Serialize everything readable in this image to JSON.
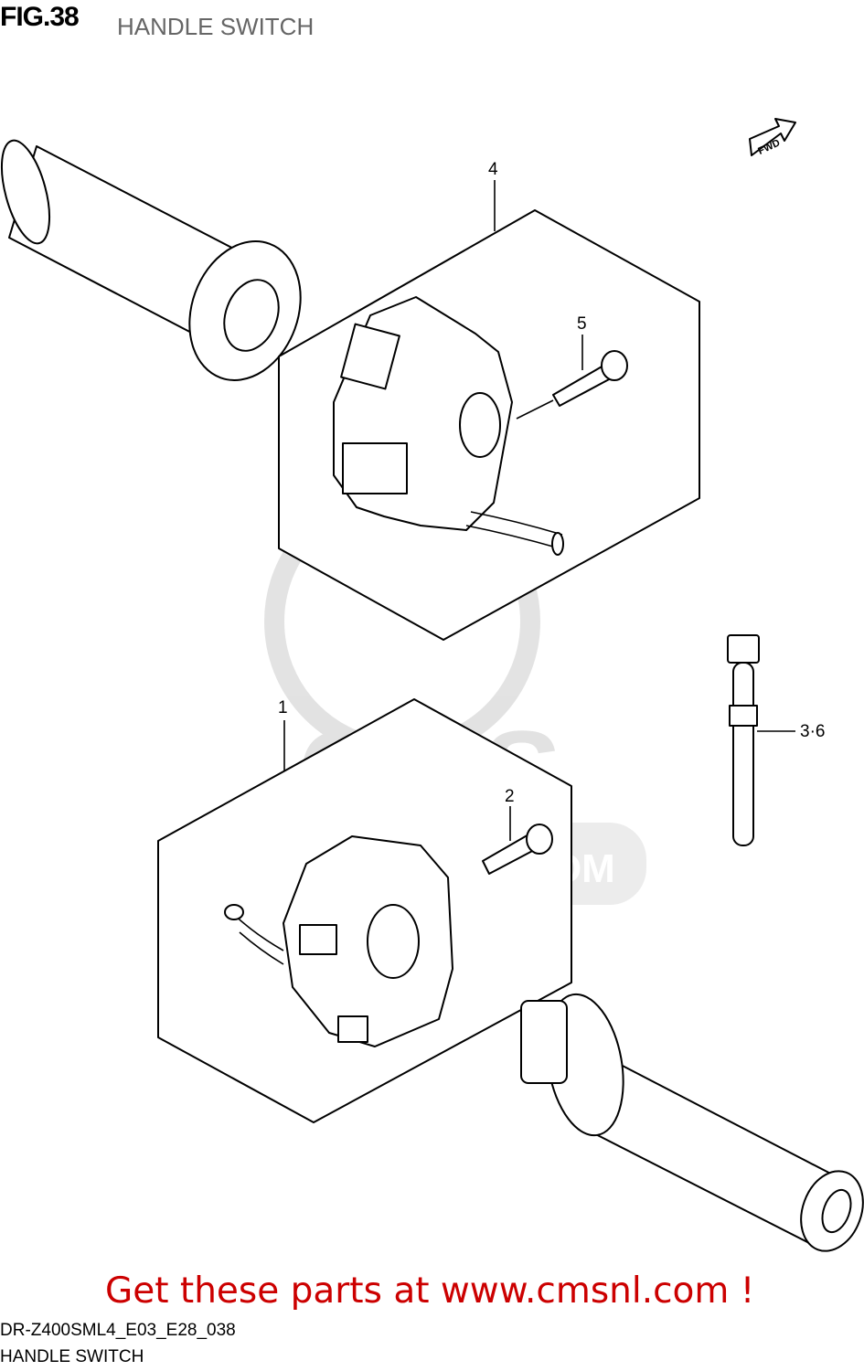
{
  "header": {
    "fig_label": "FIG.38",
    "title": "HANDLE SWITCH"
  },
  "watermark": {
    "logo_text": "CMS",
    "url_text": "WWW.CMSNL.COM"
  },
  "fwd_arrow": {
    "label": "FWD"
  },
  "callouts": [
    {
      "ref": "4"
    },
    {
      "ref": "5"
    },
    {
      "ref": "1"
    },
    {
      "ref": "2"
    },
    {
      "ref": "3·6"
    }
  ],
  "footer": {
    "model_code": "DR-Z400SML4_E03_E28_038",
    "section_name": "HANDLE SWITCH",
    "promo": "Get these parts at www.cmsnl.com !",
    "promo_color": "#cc0000"
  }
}
